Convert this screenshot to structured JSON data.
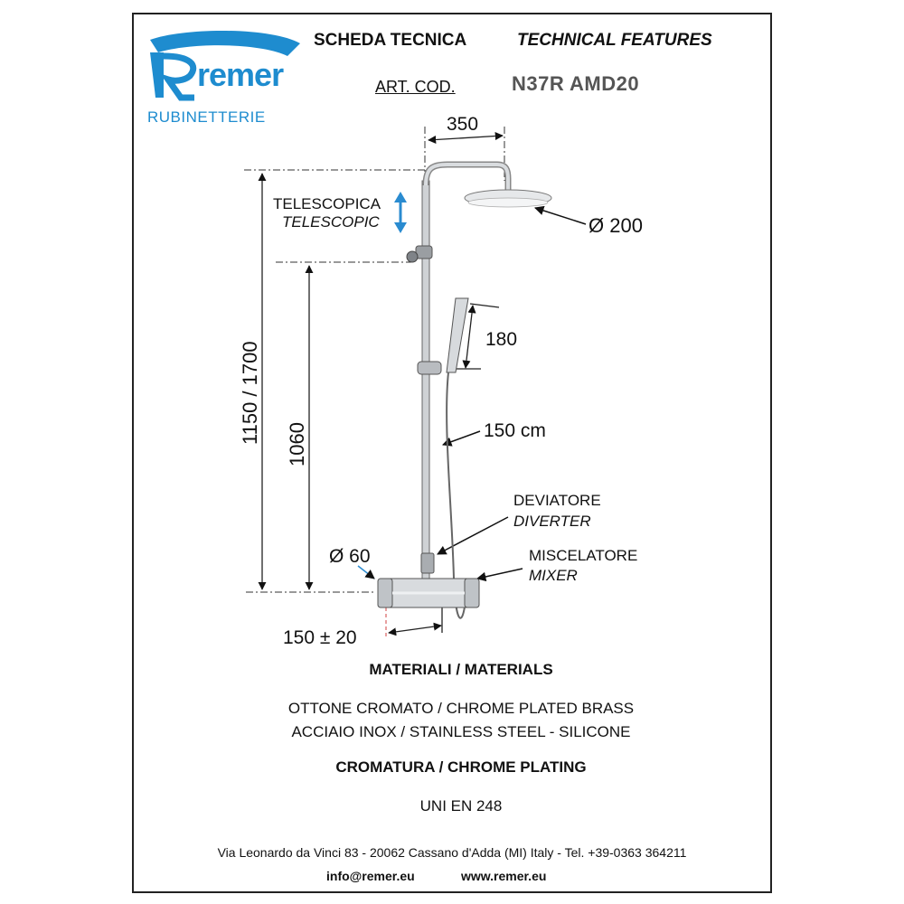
{
  "header": {
    "title_it": "SCHEDA TECNICA",
    "title_en": "TECHNICAL FEATURES",
    "art_cod_label": "ART. COD.",
    "art_cod_value": "N37R AMD20"
  },
  "logo": {
    "brand": "Remer",
    "subtitle": "RUBINETTERIE",
    "color": "#1e8ccf"
  },
  "diagram": {
    "width_label": "350",
    "telescopic_it": "TELESCOPICA",
    "telescopic_en": "TELESCOPIC",
    "head_diameter": "Ø 200",
    "handshower_length": "180",
    "total_height": "1150 / 1700",
    "bar_height": "1060",
    "hose_length": "150 cm",
    "diverter_it": "DEVIATORE",
    "diverter_en": "DIVERTER",
    "mixer_diameter": "Ø 60",
    "mixer_it": "MISCELATORE",
    "mixer_en": "MIXER",
    "centers": "150 ± 20",
    "arrow_color": "#2a8bd0"
  },
  "materials": {
    "heading": "MATERIALI / MATERIALS",
    "line1": "OTTONE CROMATO / CHROME PLATED BRASS",
    "line2": "ACCIAIO INOX / STAINLESS STEEL - SILICONE",
    "plating": "CROMATURA / CHROME PLATING",
    "standard": "UNI EN 248"
  },
  "footer": {
    "address": "Via Leonardo da Vinci 83 - 20062 Cassano d'Adda (MI) Italy - Tel. +39-0363 364211",
    "email": "info@remer.eu",
    "website": "www.remer.eu"
  }
}
